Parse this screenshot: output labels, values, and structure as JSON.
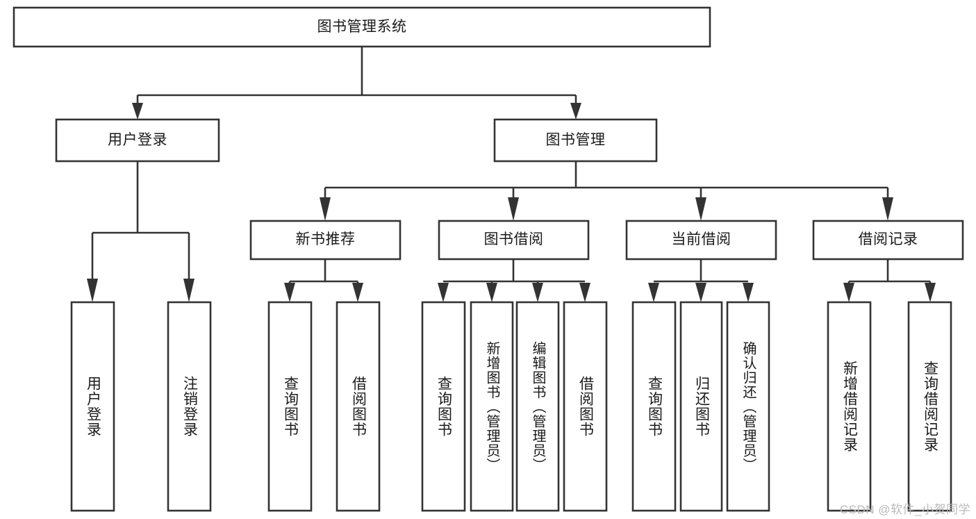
{
  "diagram": {
    "type": "tree",
    "title": "图书管理系统",
    "watermark": "CSDN @软件_小贺同学",
    "colors": {
      "stroke": "#333333",
      "fill": "#ffffff",
      "text": "#1a1a1a",
      "watermark": "#b9b9b9",
      "background": "#ffffff"
    },
    "root": {
      "label": "图书管理系统",
      "orientation": "horizontal"
    },
    "level2": [
      {
        "label": "用户登录",
        "orientation": "horizontal"
      },
      {
        "label": "图书管理",
        "orientation": "horizontal"
      }
    ],
    "level3": [
      {
        "label": "新书推荐",
        "orientation": "horizontal"
      },
      {
        "label": "图书借阅",
        "orientation": "horizontal"
      },
      {
        "label": "当前借阅",
        "orientation": "horizontal"
      },
      {
        "label": "借阅记录",
        "orientation": "horizontal"
      }
    ],
    "leaves": {
      "user_login": [
        {
          "label": "用户登录",
          "orientation": "vertical"
        },
        {
          "label": "注销登录",
          "orientation": "vertical"
        }
      ],
      "new_book_recommend": [
        {
          "label": "查询图书",
          "orientation": "vertical"
        },
        {
          "label": "借阅图书",
          "orientation": "vertical"
        }
      ],
      "book_borrow": [
        {
          "label": "查询图书",
          "orientation": "vertical"
        },
        {
          "label": "新增图书（管理员）",
          "orientation": "vertical"
        },
        {
          "label": "编辑图书（管理员）",
          "orientation": "vertical"
        },
        {
          "label": "借阅图书",
          "orientation": "vertical"
        }
      ],
      "current_borrow": [
        {
          "label": "查询图书",
          "orientation": "vertical"
        },
        {
          "label": "归还图书",
          "orientation": "vertical"
        },
        {
          "label": "确认归还（管理员）",
          "orientation": "vertical"
        }
      ],
      "borrow_record": [
        {
          "label": "新增借阅记录",
          "orientation": "vertical"
        },
        {
          "label": "查询借阅记录",
          "orientation": "vertical"
        }
      ]
    }
  }
}
